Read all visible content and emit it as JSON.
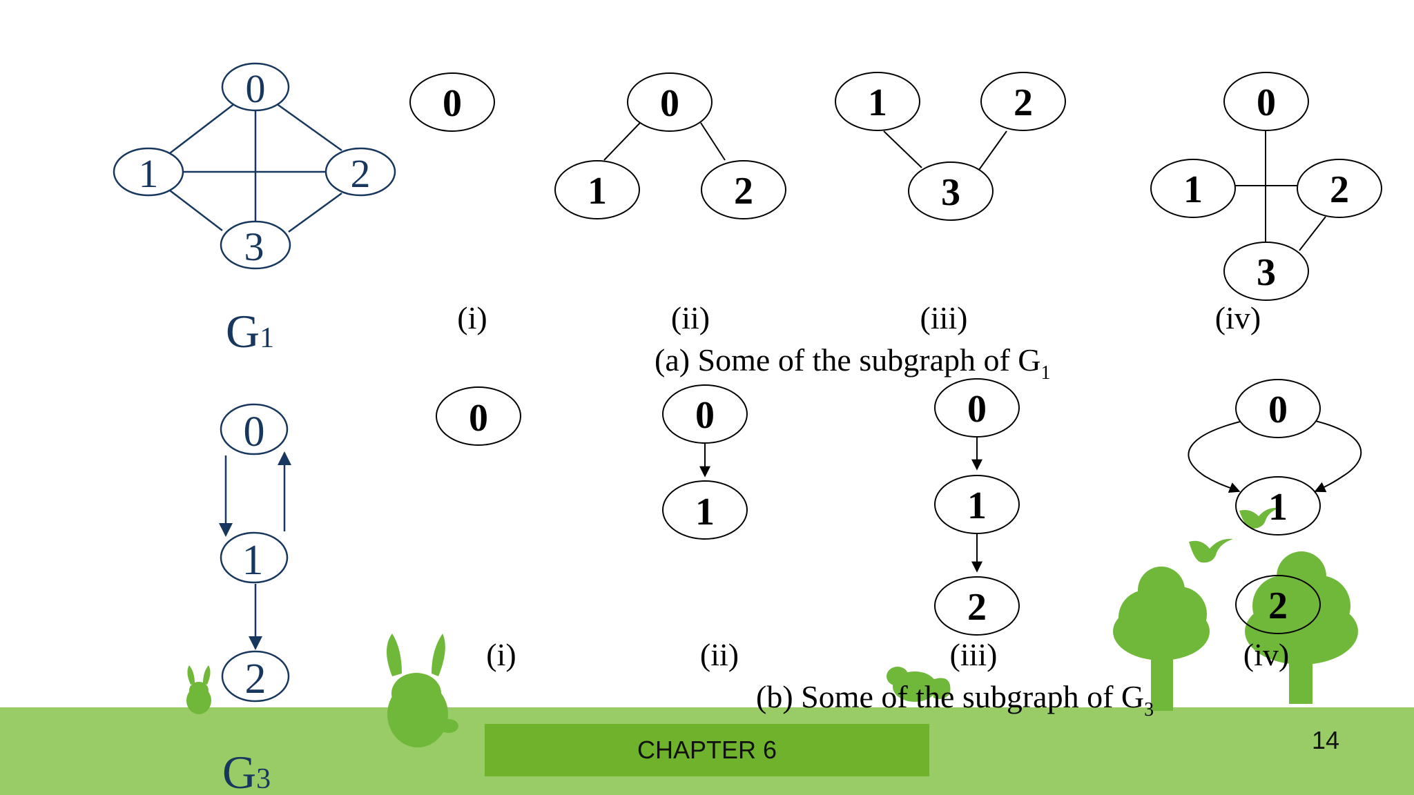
{
  "g1": {
    "name": "G",
    "sub": "1",
    "nodes": [
      "0",
      "1",
      "2",
      "3"
    ]
  },
  "g3": {
    "name": "G",
    "sub": "3",
    "nodes": [
      "0",
      "1",
      "2"
    ]
  },
  "subgraphs_g1": {
    "i": {
      "label": "(i)",
      "nodes": [
        "0"
      ]
    },
    "ii": {
      "label": "(ii)",
      "nodes": [
        "0",
        "1",
        "2"
      ]
    },
    "iii": {
      "label": "(iii)",
      "nodes": [
        "1",
        "2",
        "3"
      ]
    },
    "iv": {
      "label": "(iv)",
      "nodes": [
        "0",
        "1",
        "2",
        "3"
      ]
    },
    "caption_text": "(a) Some of the subgraph of G",
    "caption_sub": "1"
  },
  "subgraphs_g3": {
    "i": {
      "label": "(i)",
      "nodes": [
        "0"
      ]
    },
    "ii": {
      "label": "(ii)",
      "nodes": [
        "0",
        "1"
      ]
    },
    "iii": {
      "label": "(iii)",
      "nodes": [
        "0",
        "1",
        "2"
      ]
    },
    "iv": {
      "label": "(iv)",
      "nodes": [
        "0",
        "1",
        "2"
      ]
    },
    "caption_text": "(b) Some of the subgraph of G",
    "caption_sub": "3"
  },
  "footer": {
    "chapter": "CHAPTER 6",
    "page": "14"
  },
  "colors": {
    "graph_blue": "#17375e",
    "green_light": "#99cc66",
    "green_dark": "#6fb22b",
    "green_art": "#6fb83a"
  },
  "decorations": [
    "tree-icon",
    "bird-icon",
    "rabbit-icon",
    "squirrel-icon"
  ]
}
